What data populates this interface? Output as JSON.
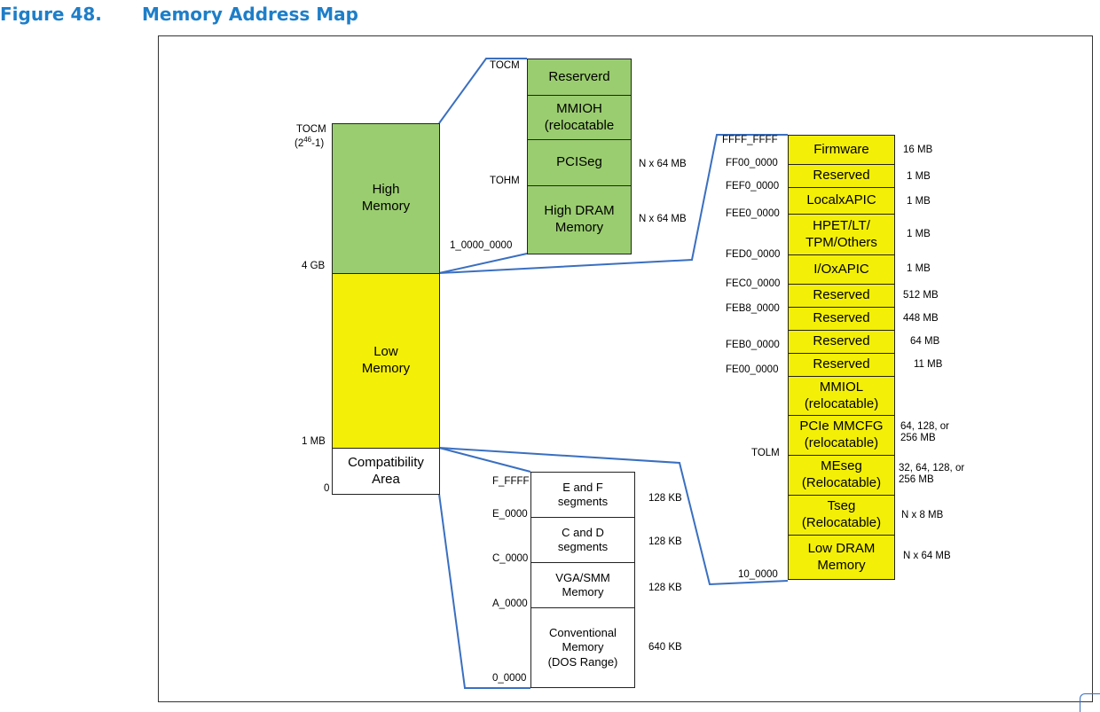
{
  "figure": {
    "number": "Figure 48.",
    "title": "Memory Address Map"
  },
  "main_column": {
    "blocks": [
      {
        "label_line1": "High",
        "label_line2": "Memory",
        "color": "#9acd6f"
      },
      {
        "label_line1": "Low",
        "label_line2": "Memory",
        "color": "#f3ef07"
      },
      {
        "label_line1": "Compatibility",
        "label_line2": "Area",
        "color": "#ffffff"
      }
    ],
    "address_labels": {
      "tocm": "TOCM",
      "tocm_formula_prefix": "(2",
      "tocm_formula_exp": "46",
      "tocm_formula_suffix": "-1)",
      "four_gb": "4 GB",
      "one_mb": "1 MB",
      "zero": "0"
    }
  },
  "high_expansion": {
    "blocks": [
      {
        "line1": "Reserverd",
        "line2": ""
      },
      {
        "line1": "MMIOH",
        "line2": "(relocatable"
      },
      {
        "line1": "PCISeg",
        "line2": ""
      },
      {
        "line1": "High DRAM",
        "line2": "Memory"
      }
    ],
    "left_labels": {
      "tocm": "TOCM",
      "tohm": "TOHM",
      "base": "1_0000_0000"
    },
    "sizes": {
      "pciseg": "N x 64 MB",
      "high_dram": "N x 64 MB"
    }
  },
  "low_expansion": {
    "blocks": [
      {
        "line1": "Firmware",
        "line2": ""
      },
      {
        "line1": "Reserved",
        "line2": ""
      },
      {
        "line1": "LocalxAPIC",
        "line2": ""
      },
      {
        "line1": "HPET/LT/",
        "line2": "TPM/Others"
      },
      {
        "line1": "I/OxAPIC",
        "line2": ""
      },
      {
        "line1": "Reserved",
        "line2": ""
      },
      {
        "line1": "Reserved",
        "line2": ""
      },
      {
        "line1": "Reserved",
        "line2": ""
      },
      {
        "line1": "Reserved",
        "line2": ""
      },
      {
        "line1": "MMIOL",
        "line2": "(relocatable)"
      },
      {
        "line1": "PCIe MMCFG",
        "line2": "(relocatable)"
      },
      {
        "line1": "MEseg",
        "line2": "(Relocatable)"
      },
      {
        "line1": "Tseg",
        "line2": "(Relocatable)"
      },
      {
        "line1": "Low DRAM",
        "line2": "Memory"
      }
    ],
    "addresses": [
      "FFFF_FFFF",
      "FF00_0000",
      "FEF0_0000",
      "FEE0_0000",
      "FED0_0000",
      "FEC0_0000",
      "FEB8_0000",
      "FEB0_0000",
      "FE00_0000",
      "TOLM",
      "10_0000"
    ],
    "sizes": [
      "16 MB",
      "1  MB",
      "1  MB",
      "1  MB",
      "1  MB",
      "512  MB",
      "448  MB",
      "64  MB",
      "11  MB",
      "64, 128, or 256 MB",
      "32, 64, 128, or 256 MB",
      "N x 8 MB",
      "N x 64 MB"
    ]
  },
  "compat_expansion": {
    "blocks": [
      {
        "line1": "E and F",
        "line2": "segments",
        "line3": ""
      },
      {
        "line1": "C and D",
        "line2": "segments",
        "line3": ""
      },
      {
        "line1": "VGA/SMM",
        "line2": "Memory",
        "line3": ""
      },
      {
        "line1": "Conventional",
        "line2": "Memory",
        "line3": "(DOS Range)"
      }
    ],
    "addresses": [
      "F_FFFF",
      "E_0000",
      "C_0000",
      "A_0000",
      "0_0000"
    ],
    "sizes": [
      "128 KB",
      "128 KB",
      "128 KB",
      "640 KB"
    ]
  },
  "colors": {
    "caption": "#1e7ec8",
    "connector": "#3a6fc0",
    "green": "#9acd6f",
    "yellow": "#f3ef07"
  }
}
